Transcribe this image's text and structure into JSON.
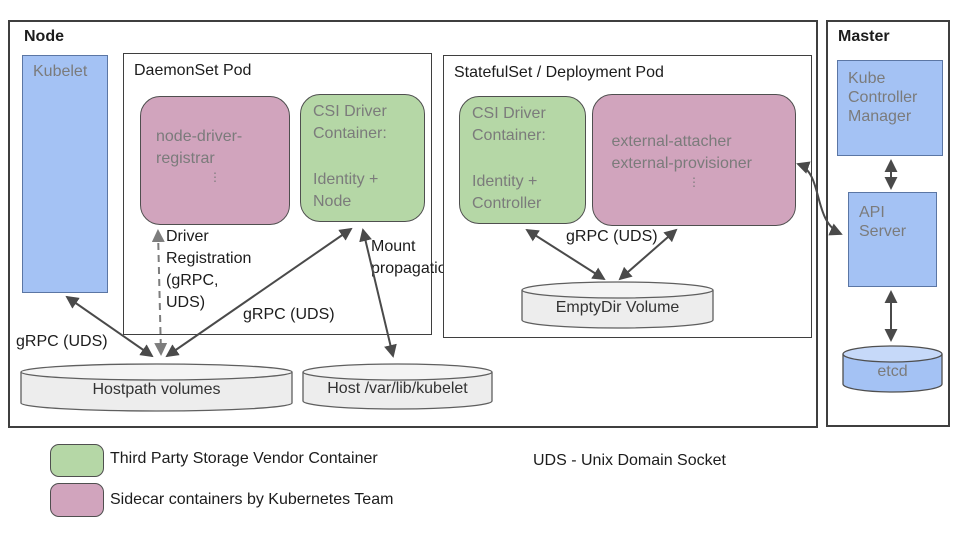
{
  "colors": {
    "blue": "#a4c2f4",
    "blue-top": "#c6d9f9",
    "blue-border": "#5b76a4",
    "green": "#b5d7a6",
    "pink": "#d1a4bd",
    "box-border": "#4f4f4f",
    "frame-border": "#3f3f3f",
    "cyl-fill": "#ededed",
    "cyl-top": "#f4f4f4",
    "cyl-border": "#5f5f5f",
    "arrow": "#4a4a4a",
    "dash": "#7d7d7d",
    "text-dark": "#1c1c1c",
    "text-gray": "#7b7b7b"
  },
  "node": {
    "title": "Node",
    "kubelet_label": "Kubelet",
    "grpc_uds_label": "gRPC (UDS)",
    "daemonset_pod": {
      "title": "DaemonSet Pod",
      "registrar_label": "node-driver-registrar",
      "registrar_ellipsis": "⋮",
      "csi": {
        "top": [
          "CSI Driver",
          "Container:"
        ],
        "bottom": [
          "Identity +",
          "Node"
        ]
      },
      "driver_registration_lines": [
        "Driver",
        "Registration",
        "(gRPC,",
        "UDS)"
      ],
      "grpc_uds_label": "gRPC (UDS)",
      "mount_propagation_lines": [
        "Mount",
        "propagation"
      ]
    },
    "statefulset_pod": {
      "title": "StatefulSet / Deployment Pod",
      "csi": {
        "top": [
          "CSI Driver",
          "Container:"
        ],
        "bottom": [
          "Identity +",
          "Controller"
        ]
      },
      "sidecars_label": "external-attacher external-provisioner",
      "sidecars_ellipsis": "⋮",
      "grpc_uds_label": "gRPC (UDS)",
      "emptydir_label": "EmptyDir Volume"
    },
    "hostpath_label": "Hostpath volumes",
    "hostvar_label": "Host /var/lib/kubelet"
  },
  "master": {
    "title": "Master",
    "kcm_lines": [
      "Kube",
      "Controller",
      "Manager"
    ],
    "api_lines": [
      "API",
      "Server"
    ],
    "etcd_label": "etcd"
  },
  "legend": {
    "green_label": "Third Party Storage Vendor Container",
    "pink_label": "Sidecar containers by Kubernetes Team",
    "uds_note": "UDS - Unix Domain Socket"
  }
}
